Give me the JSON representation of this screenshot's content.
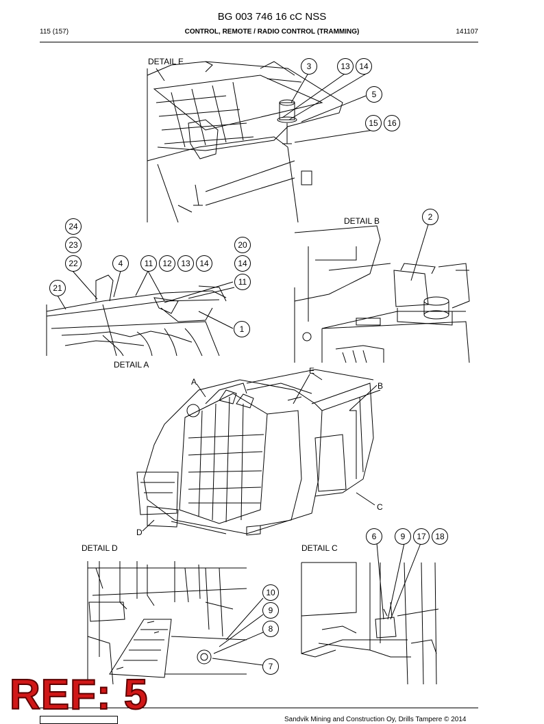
{
  "header": {
    "doc_title": "BG 003 746 16 cC NSS",
    "page": "115 (157)",
    "section": "CONTROL, REMOTE / RADIO CONTROL (TRAMMING)",
    "doc_date": "141107"
  },
  "details": {
    "e": "DETAIL E",
    "b": "DETAIL B",
    "a": "DETAIL A",
    "d": "DETAIL D",
    "c": "DETAIL C"
  },
  "bubbles": {
    "e_3": "3",
    "e_13": "13",
    "e_14": "14",
    "e_5": "5",
    "e_15": "15",
    "e_16": "16",
    "b_2": "2",
    "a_24": "24",
    "a_23": "23",
    "a_22": "22",
    "a_21": "21",
    "a_4": "4",
    "a_11a": "11",
    "a_12": "12",
    "a_13": "13",
    "a_14a": "14",
    "a_20": "20",
    "a_14b": "14",
    "a_11b": "11",
    "a_1": "1",
    "c_6": "6",
    "c_9": "9",
    "c_17": "17",
    "c_18": "18",
    "d_10": "10",
    "d_9": "9",
    "d_8": "8",
    "d_7": "7"
  },
  "main_letters": {
    "a": "A",
    "e": "E",
    "b": "B",
    "c": "C",
    "d": "D"
  },
  "stamp": "REF: 5",
  "footer": "Sandvik Mining and Construction Oy, Drills Tampere © 2014"
}
